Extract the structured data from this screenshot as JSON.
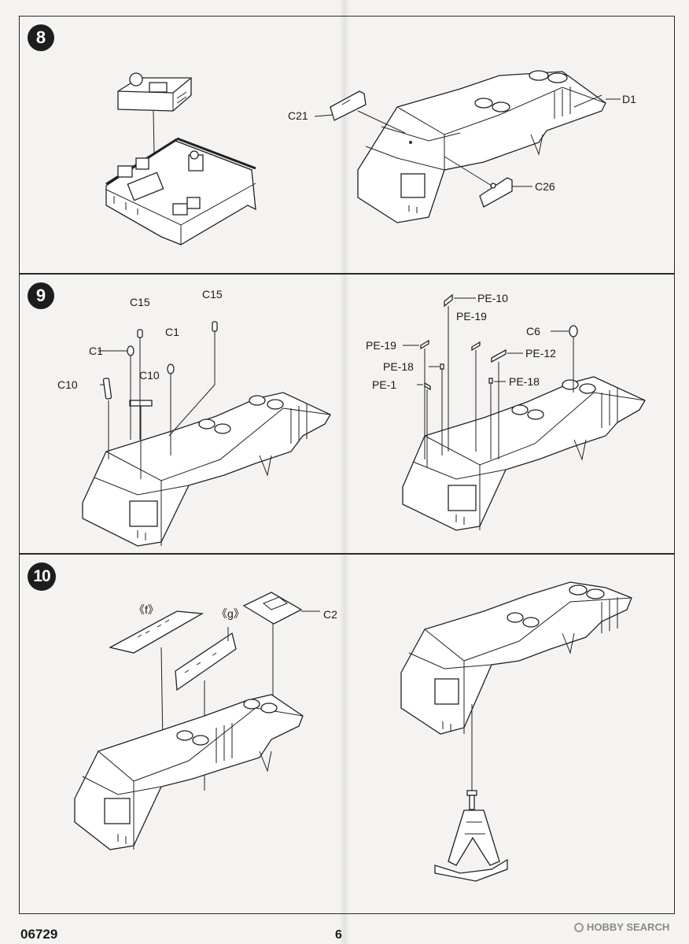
{
  "steps": [
    {
      "number": "8",
      "labels": {
        "c21": "C21",
        "d1": "D1",
        "c26": "C26"
      }
    },
    {
      "number": "9",
      "labels": {
        "c15_a": "C15",
        "c15_b": "C15",
        "c1_a": "C1",
        "c1_b": "C1",
        "c10_a": "C10",
        "c10_b": "C10",
        "pe10": "PE-10",
        "pe19_a": "PE-19",
        "pe19_b": "PE-19",
        "c6": "C6",
        "pe12": "PE-12",
        "pe18_a": "PE-18",
        "pe18_b": "PE-18",
        "pe1": "PE-1"
      }
    },
    {
      "number": "10",
      "labels": {
        "f": "《f》",
        "g": "《g》",
        "c2": "C2"
      }
    }
  ],
  "footer": {
    "code": "06729",
    "page": "6",
    "watermark": "HOBBY SEARCH"
  },
  "colors": {
    "line": "#222222",
    "paper": "#f4f3f1"
  }
}
